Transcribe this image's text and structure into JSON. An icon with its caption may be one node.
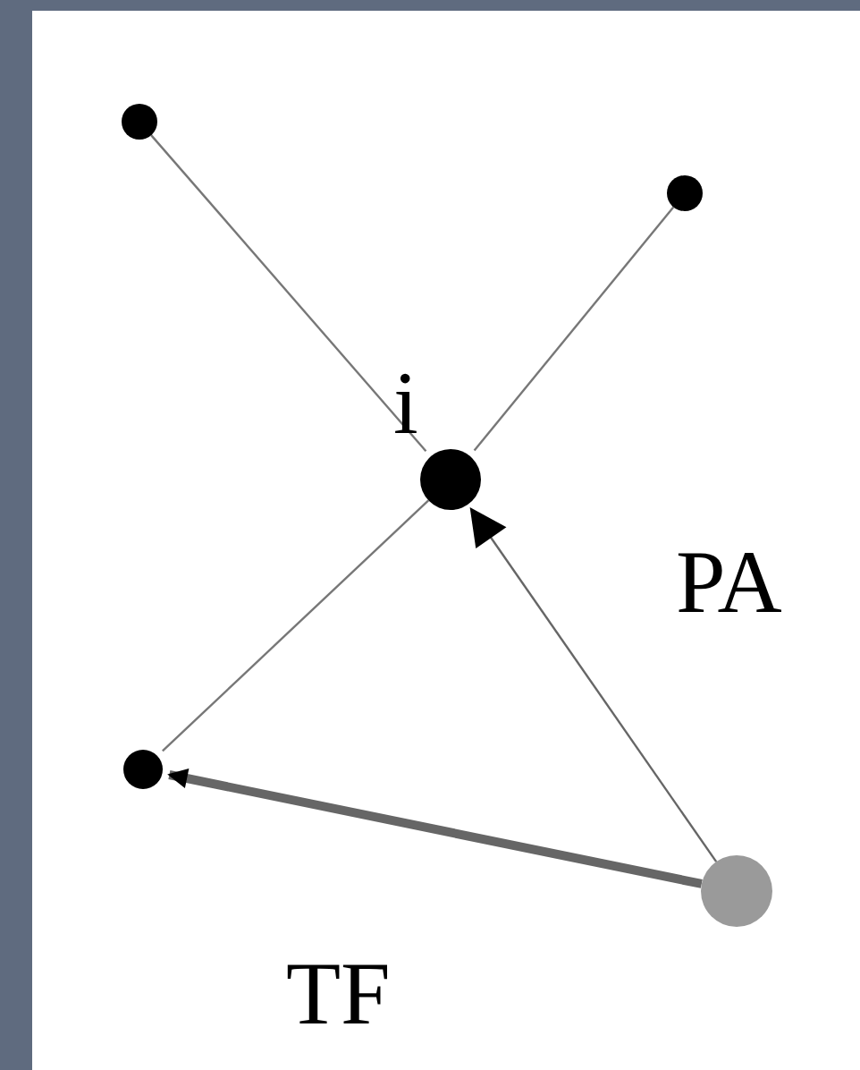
{
  "diagram": {
    "nodes": [
      {
        "text": [],
        "shape": "circle"
      },
      {
        "text": [],
        "shape": "circle"
      },
      {
        "text": [],
        "shape": "circle",
        "beside": [
          "i"
        ]
      },
      {
        "text": [],
        "shape": "circle"
      },
      {
        "text": [],
        "shape": "circle"
      }
    ],
    "edges": [
      {
        "from": 0,
        "to": 2,
        "arrow": "none"
      },
      {
        "from": 1,
        "to": 2,
        "arrow": "none"
      },
      {
        "from": 2,
        "to": 3,
        "arrow": "none"
      },
      {
        "from": 4,
        "to": 2,
        "arrow": "to",
        "label": "PA"
      },
      {
        "from": 4,
        "to": 3,
        "arrow": "to",
        "label": "TF",
        "style": "thick"
      }
    ]
  }
}
